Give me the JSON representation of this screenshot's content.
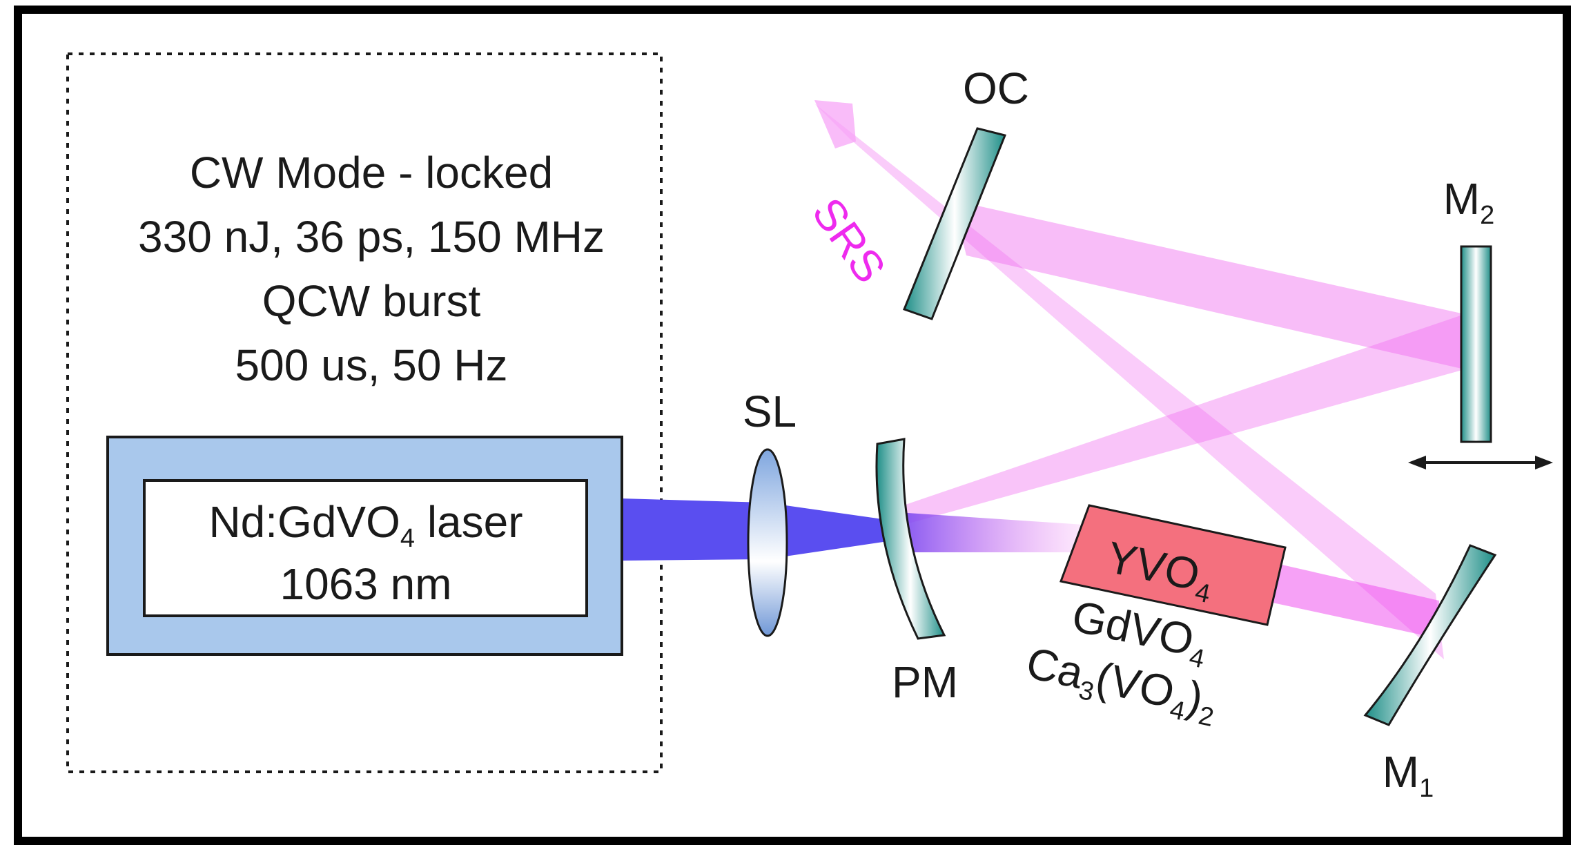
{
  "box": {
    "line1": "CW Mode - locked",
    "line2": "330 nJ, 36 ps, 150 MHz",
    "line3": "QCW burst",
    "line4": "500 us, 50 Hz"
  },
  "laser": {
    "name_prefix": "Nd:GdVO",
    "name_sub": "4",
    "name_suffix": " laser",
    "wavelength": "1063 nm"
  },
  "components": {
    "sl": "SL",
    "pm": "PM",
    "oc": "OC",
    "m2_main": "M",
    "m2_sub": "2",
    "m1_main": "M",
    "m1_sub": "1",
    "srs": "SRS"
  },
  "crystal": {
    "yvo_main": "YVO",
    "yvo_sub": "4",
    "gdvo_main": "GdVO",
    "gdvo_sub": "4",
    "ca_a": "Ca",
    "ca_sub1": "3",
    "ca_b": "(VO",
    "ca_sub2": "4",
    "ca_c": ")",
    "ca_sub3": "2"
  },
  "colors": {
    "pump_beam": "#5a4ef0",
    "srs_beam": "#f06cf0",
    "mirror": "#1f8f88",
    "laser_outer": "#a9c8ec",
    "crystal": "#f4707e",
    "srs_label": "#ee2aee"
  }
}
